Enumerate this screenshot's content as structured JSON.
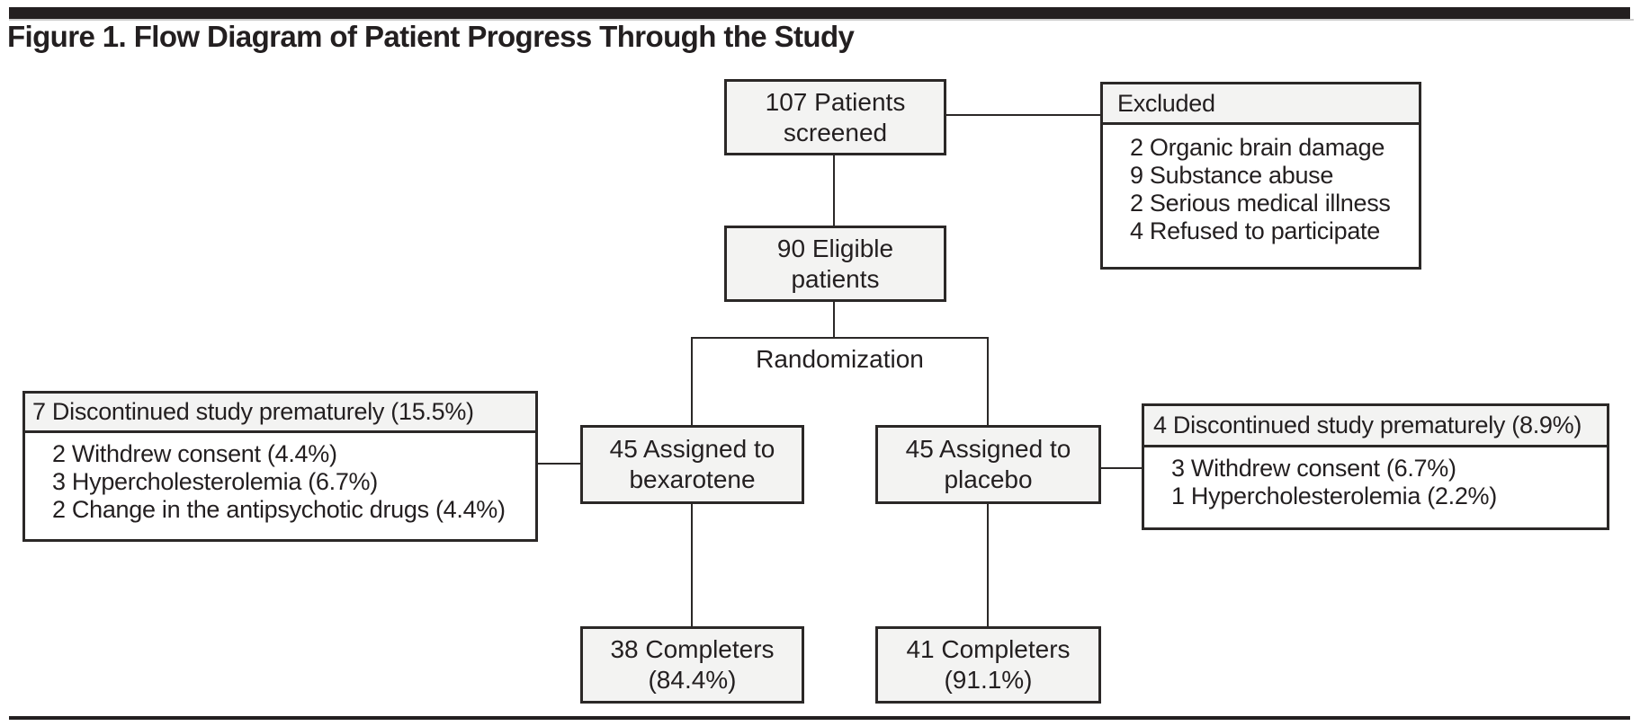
{
  "figure": {
    "title": "Figure 1. Flow Diagram of Patient Progress Through the Study"
  },
  "colors": {
    "top_bar": "#231f20",
    "connector_line": "#2b2827",
    "box_fill": "#f3f3f2",
    "panel_body_fill": "#ffffff",
    "text": "#231f20"
  },
  "nodes": {
    "screened": {
      "line1": "107 Patients",
      "line2": "screened"
    },
    "excluded": {
      "header": "Excluded",
      "items": [
        "2 Organic brain damage",
        "9 Substance abuse",
        "2 Serious medical illness",
        "4 Refused to participate"
      ]
    },
    "eligible": {
      "line1": "90 Eligible",
      "line2": "patients"
    },
    "randomization": {
      "label": "Randomization"
    },
    "assigned_bexarotene": {
      "line1": "45 Assigned to",
      "line2": "bexarotene"
    },
    "assigned_placebo": {
      "line1": "45 Assigned to",
      "line2": "placebo"
    },
    "discontinued_bexarotene": {
      "header": "7 Discontinued study prematurely (15.5%)",
      "items": [
        "2 Withdrew consent (4.4%)",
        "3 Hypercholesterolemia (6.7%)",
        "2 Change in the antipsychotic drugs (4.4%)"
      ]
    },
    "discontinued_placebo": {
      "header": "4 Discontinued study prematurely (8.9%)",
      "items": [
        "3 Withdrew consent (6.7%)",
        "1 Hypercholesterolemia (2.2%)"
      ]
    },
    "completers_bexarotene": {
      "line1": "38 Completers",
      "line2": "(84.4%)"
    },
    "completers_placebo": {
      "line1": "41 Completers",
      "line2": "(91.1%)"
    }
  }
}
